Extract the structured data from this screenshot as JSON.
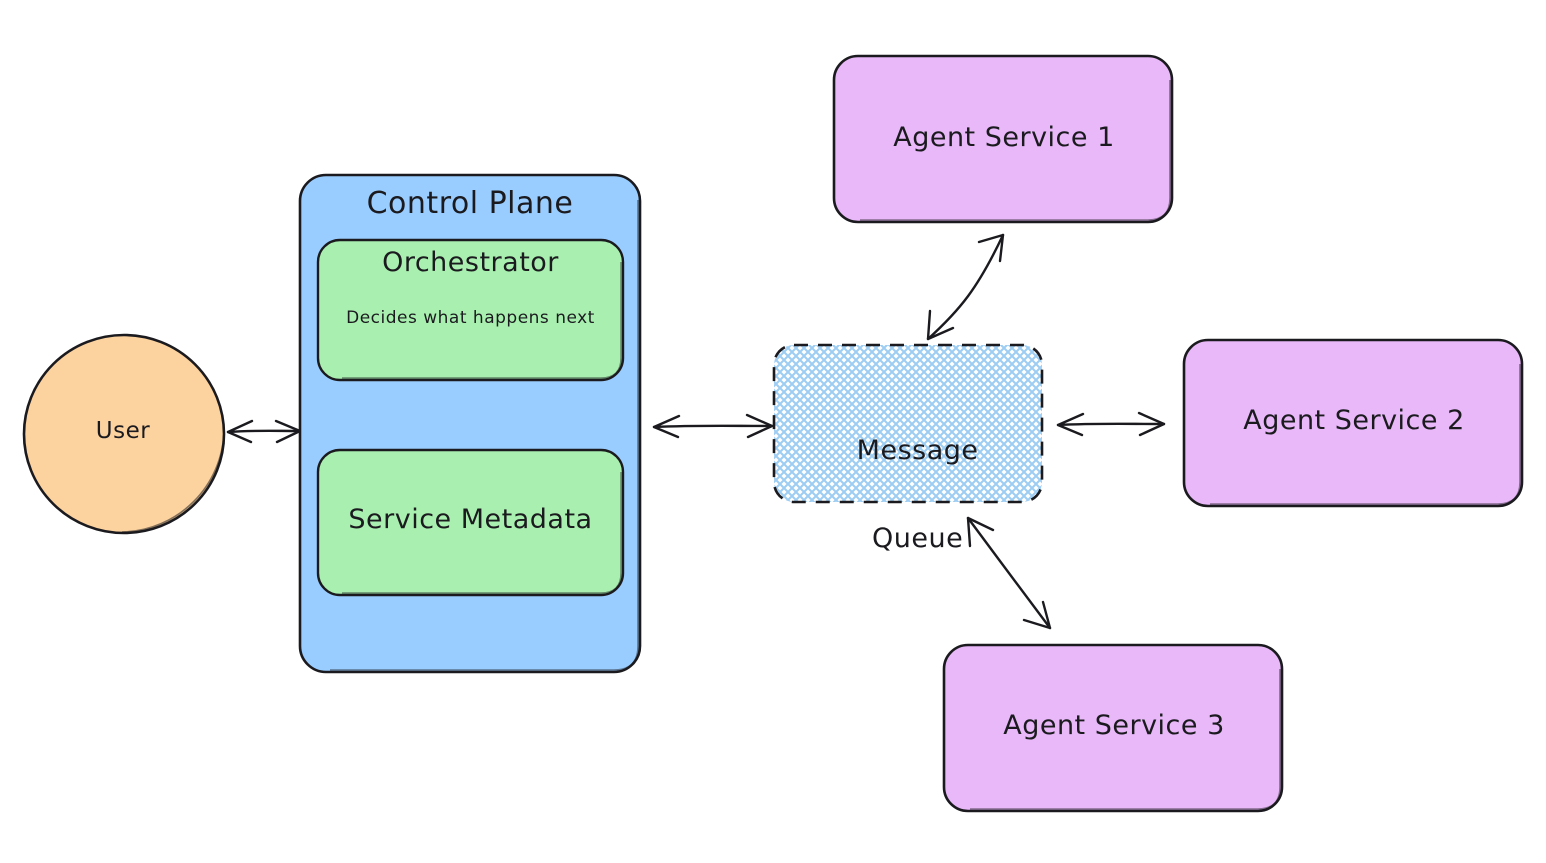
{
  "diagram": {
    "title": "Agent services architecture",
    "background": "#ffffff",
    "style": "hand-drawn"
  },
  "colors": {
    "user_fill": "#fcd29f",
    "control_plane_fill": "#9acdff",
    "inner_box_fill": "#a9f0b0",
    "agent_fill": "#e8b8f8",
    "queue_hatch": "#9ecdf3",
    "stroke": "#1b1b1f"
  },
  "nodes": {
    "user": {
      "label": "User",
      "shape": "ellipse",
      "fill": "#fcd29f"
    },
    "control_plane": {
      "title": "Control Plane",
      "shape": "rounded-rect",
      "fill": "#9acdff",
      "children": {
        "orchestrator": {
          "title": "Orchestrator",
          "description": "Decides what happens next",
          "fill": "#a9f0b0"
        },
        "service_metadata": {
          "title": "Service Metadata",
          "fill": "#a9f0b0"
        }
      }
    },
    "message_queue": {
      "label_line1": "Message",
      "label_line2": "Queue",
      "shape": "rounded-rect-dashed",
      "fill": "cross-hatch",
      "border": "dashed"
    },
    "agent_service_1": {
      "label": "Agent Service 1",
      "shape": "rounded-rect",
      "fill": "#e8b8f8"
    },
    "agent_service_2": {
      "label": "Agent Service 2",
      "shape": "rounded-rect",
      "fill": "#e8b8f8"
    },
    "agent_service_3": {
      "label": "Agent Service 3",
      "shape": "rounded-rect",
      "fill": "#e8b8f8"
    }
  },
  "edges": [
    {
      "id": "user-control-plane",
      "from": "user",
      "to": "control_plane",
      "arrow": "double",
      "label": ""
    },
    {
      "id": "control-plane-message-queue",
      "from": "control_plane",
      "to": "message_queue",
      "arrow": "double",
      "label": ""
    },
    {
      "id": "message-queue-agent-1",
      "from": "message_queue",
      "to": "agent_service_1",
      "arrow": "double",
      "label": ""
    },
    {
      "id": "message-queue-agent-2",
      "from": "message_queue",
      "to": "agent_service_2",
      "arrow": "double",
      "label": ""
    },
    {
      "id": "message-queue-agent-3",
      "from": "message_queue",
      "to": "agent_service_3",
      "arrow": "double",
      "label": ""
    }
  ]
}
